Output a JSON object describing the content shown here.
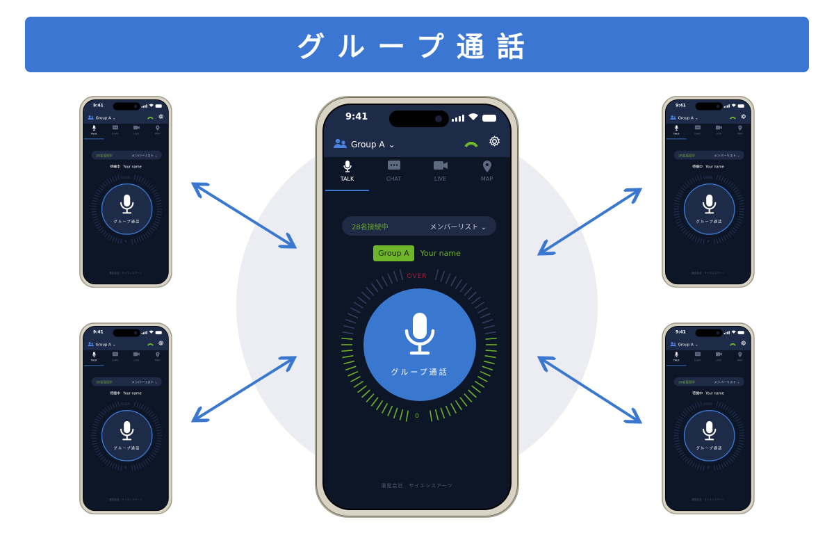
{
  "banner": {
    "title": "グループ通話"
  },
  "phone_main": {
    "time": "9:41",
    "group": "Group A",
    "tabs": [
      {
        "label": "TALK",
        "icon": "mic-icon"
      },
      {
        "label": "CHAT",
        "icon": "chat-icon"
      },
      {
        "label": "LIVE",
        "icon": "video-icon"
      },
      {
        "label": "MAP",
        "icon": "map-pin-icon"
      }
    ],
    "connected": "28名接続中",
    "member_list": "メンバーリスト",
    "badge": "Group A",
    "name": "Your name",
    "over": "OVER",
    "zero": "0",
    "button_label": "グループ通話",
    "footer": "運営会社　サイエンスアーツ",
    "level": 0.55
  },
  "phone_small": {
    "time": "9:41",
    "group": "Group A",
    "tabs": [
      {
        "label": "TALK"
      },
      {
        "label": "CHAT"
      },
      {
        "label": "LIVE"
      },
      {
        "label": "MAP"
      }
    ],
    "connected": "28名接続中",
    "member_list": "メンバーリスト",
    "state": "待機中",
    "name": "Your name",
    "over": "OVER",
    "zero": "0",
    "button_label": "グループ通話",
    "footer": "運営会社　サイエンスアーツ",
    "level": 0
  },
  "colors": {
    "accent": "#3a78d0",
    "green": "#6fb52a",
    "over": "#a8233a",
    "bg": "#0c1627"
  }
}
